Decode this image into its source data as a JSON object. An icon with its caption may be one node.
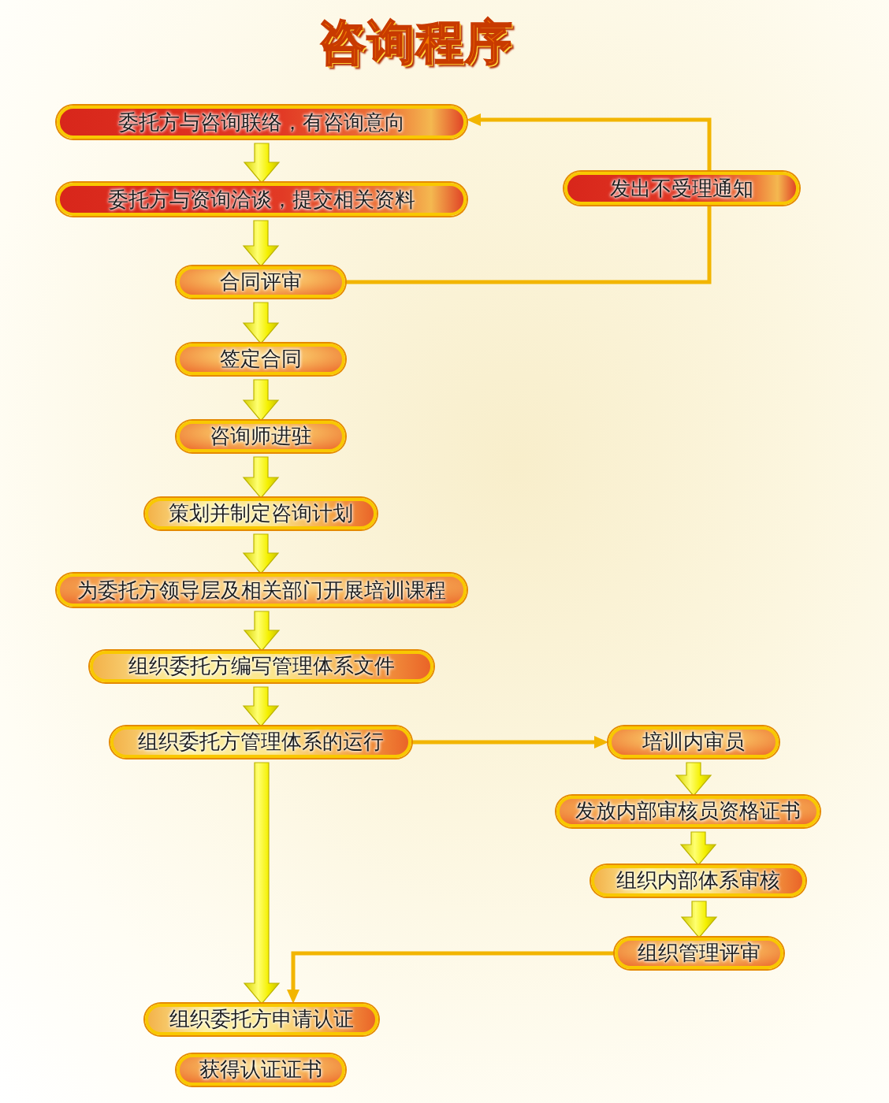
{
  "diagram": {
    "title": "咨询程序",
    "nodes": [
      {
        "text": [
          "委托方与咨询联络，有咨询意向"
        ]
      },
      {
        "text": [
          "委托方与资询洽谈，提交相关资料"
        ]
      },
      {
        "text": [
          "发出不受理通知"
        ]
      },
      {
        "text": [
          "合同评审"
        ]
      },
      {
        "text": [
          "签定合同"
        ]
      },
      {
        "text": [
          "咨询师进驻"
        ]
      },
      {
        "text": [
          "策划并制定咨询计划"
        ]
      },
      {
        "text": [
          "为委托方领导层及相关部门开展培训课程"
        ]
      },
      {
        "text": [
          "组织委托方编写管理体系文件"
        ]
      },
      {
        "text": [
          "组织委托方管理体系的运行"
        ]
      },
      {
        "text": [
          "培训内审员"
        ]
      },
      {
        "text": [
          "发放内部审核员资格证书"
        ]
      },
      {
        "text": [
          "组织内部体系审核"
        ]
      },
      {
        "text": [
          "组织管理评审"
        ]
      },
      {
        "text": [
          "组织委托方申请认证"
        ]
      },
      {
        "text": [
          "获得认证证书"
        ]
      }
    ],
    "edges": [
      {
        "from": 0,
        "to": 1,
        "arrow": "to",
        "style": "thick"
      },
      {
        "from": 1,
        "to": 3,
        "arrow": "to",
        "style": "thick"
      },
      {
        "from": 3,
        "to": 4,
        "arrow": "to",
        "style": "thick"
      },
      {
        "from": 4,
        "to": 5,
        "arrow": "to",
        "style": "thick"
      },
      {
        "from": 5,
        "to": 6,
        "arrow": "to",
        "style": "thick"
      },
      {
        "from": 6,
        "to": 7,
        "arrow": "to",
        "style": "thick"
      },
      {
        "from": 7,
        "to": 8,
        "arrow": "to",
        "style": "thick"
      },
      {
        "from": 8,
        "to": 9,
        "arrow": "to",
        "style": "thick"
      },
      {
        "from": 3,
        "to": 2,
        "arrow": "none",
        "color": "#f2b500"
      },
      {
        "from": 2,
        "to": 0,
        "arrow": "to",
        "color": "#f2b500"
      },
      {
        "from": 9,
        "to": 10,
        "arrow": "to",
        "color": "#f2b500"
      },
      {
        "from": 10,
        "to": 11,
        "arrow": "to",
        "style": "thick"
      },
      {
        "from": 11,
        "to": 12,
        "arrow": "to",
        "style": "thick"
      },
      {
        "from": 12,
        "to": 13,
        "arrow": "to",
        "style": "thick"
      },
      {
        "from": 9,
        "to": 14,
        "arrow": "to",
        "style": "thick"
      },
      {
        "from": 13,
        "to": 14,
        "arrow": "to",
        "color": "#f2b500"
      }
    ]
  }
}
